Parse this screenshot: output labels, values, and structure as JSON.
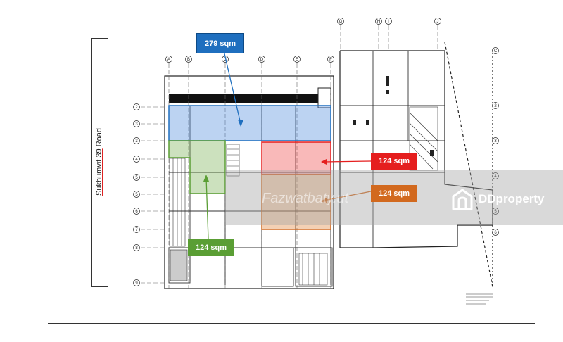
{
  "road": {
    "label_prefix": "Sukhumvit 39",
    "label_suffix": " Road"
  },
  "areas": {
    "blue": {
      "label": "279 sqm",
      "color": "#1f6fbf"
    },
    "red": {
      "label": "124 sqm",
      "color": "#e51e1e"
    },
    "orange": {
      "label": "124 sqm",
      "color": "#d2691e"
    },
    "green": {
      "label": "124 sqm",
      "color": "#5a9e34"
    }
  },
  "watermark": {
    "brand": "DDproperty",
    "faint": "Fazwatbaty.ut"
  },
  "grid": {
    "top_labels": [
      "A",
      "B",
      "C",
      "D",
      "E",
      "F"
    ],
    "right_top_labels": [
      "G",
      "H",
      "I",
      "J"
    ],
    "row_labels": [
      "2",
      "3",
      "3",
      "4",
      "5",
      "5",
      "6",
      "7",
      "8",
      "9"
    ]
  }
}
